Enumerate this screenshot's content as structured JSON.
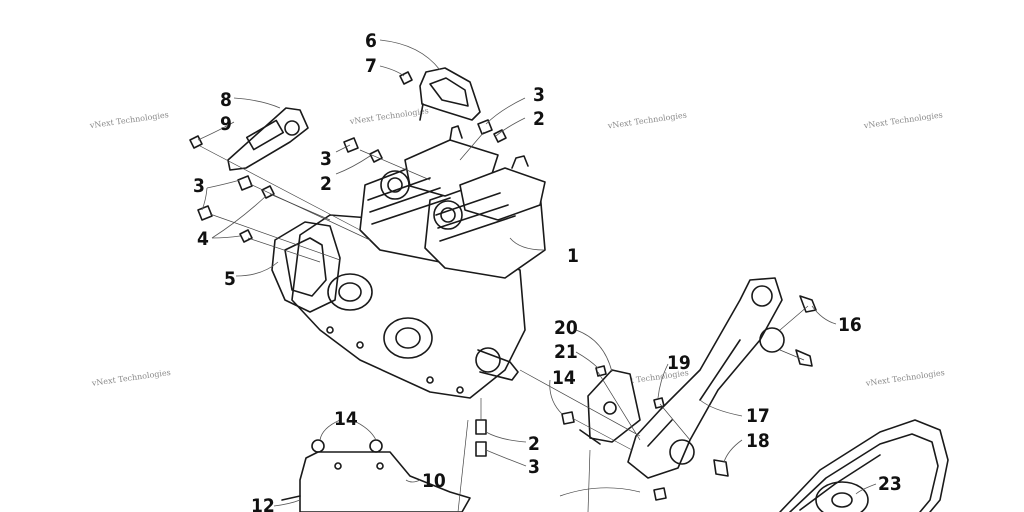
{
  "watermarks": [
    "vNext Technologies",
    "vNext Technologies",
    "vNext Technologies",
    "vNext Technologies",
    "vNext Technologies",
    "vNext Technologies",
    "vNext Technologies"
  ],
  "callouts": [
    "1",
    "2",
    "2",
    "2",
    "3",
    "3",
    "3",
    "3",
    "4",
    "5",
    "6",
    "7",
    "8",
    "9",
    "10",
    "12",
    "14",
    "14",
    "16",
    "17",
    "18",
    "19",
    "20",
    "21",
    "23"
  ],
  "colors": {
    "line": "#1a1a1a",
    "leader": "#555555",
    "watermark": "#8a8a8a",
    "background": "#ffffff"
  }
}
